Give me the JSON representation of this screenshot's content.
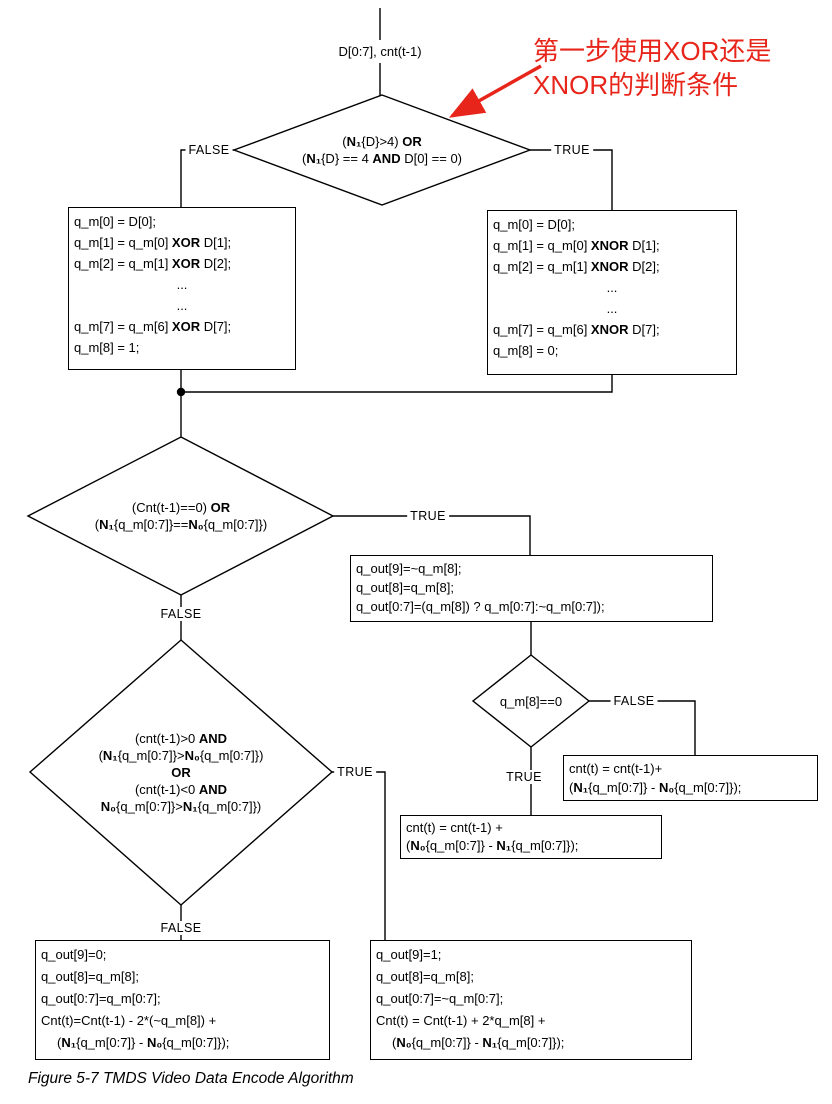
{
  "page": {
    "caption": "Figure 5-7 TMDS Video Data Encode Algorithm"
  },
  "colors": {
    "annotation_red": "#e8251a",
    "line_black": "#000000"
  },
  "annotation": {
    "line1": "第一步使用XOR还是",
    "line2": "XNOR的判断条件"
  },
  "flow": {
    "input_label": "D[0:7], cnt(t-1)",
    "label_true": "TRUE",
    "label_false": "FALSE",
    "d1": {
      "l1": "(N₁{D}>4) OR",
      "l2": "(N₁{D} == 4 AND D[0] == 0)"
    },
    "xor_box": {
      "lines": [
        "q_m[0] = D[0];",
        "q_m[1] = q_m[0] XOR D[1];",
        "q_m[2] = q_m[1] XOR D[2];",
        "...",
        "...",
        "q_m[7] = q_m[6] XOR D[7];",
        "q_m[8] = 1;"
      ]
    },
    "xnor_box": {
      "lines": [
        "q_m[0] = D[0];",
        "q_m[1] = q_m[0] XNOR D[1];",
        "q_m[2] = q_m[1] XNOR D[2];",
        "...",
        "...",
        "q_m[7] = q_m[6] XNOR D[7];",
        "q_m[8] = 0;"
      ]
    },
    "d2": {
      "l1": "(Cnt(t-1)==0) OR",
      "l2": "(N₁{q_m[0:7]}==N₀{q_m[0:7]})"
    },
    "qout_box": {
      "lines": [
        "q_out[9]=~q_m[8];",
        "q_out[8]=q_m[8];",
        "q_out[0:7]=(q_m[8]) ? q_m[0:7]:~q_m[0:7]);"
      ]
    },
    "d3": {
      "text": "q_m[8]==0"
    },
    "cnt_false_box": {
      "lines": [
        "cnt(t) = cnt(t-1)+",
        "(N₁{q_m[0:7]} - N₀{q_m[0:7]});"
      ]
    },
    "cnt_true_box": {
      "lines": [
        "cnt(t) = cnt(t-1) +",
        "(N₀{q_m[0:7]} - N₁{q_m[0:7]});"
      ]
    },
    "d4": {
      "lines": [
        "(cnt(t-1)>0 AND",
        "(N₁{q_m[0:7]}>N₀{q_m[0:7]})",
        "OR",
        "(cnt(t-1)<0 AND",
        "N₀{q_m[0:7]}>N₁{q_m[0:7]})"
      ]
    },
    "out_false_box": {
      "lines": [
        "q_out[9]=0;",
        "q_out[8]=q_m[8];",
        "q_out[0:7]=q_m[0:7];",
        "Cnt(t)=Cnt(t-1) - 2*(~q_m[8]) +",
        "(N₁{q_m[0:7]} - N₀{q_m[0:7]});"
      ]
    },
    "out_true_box": {
      "lines": [
        "q_out[9]=1;",
        "q_out[8]=q_m[8];",
        "q_out[0:7]=~q_m[0:7];",
        "Cnt(t) = Cnt(t-1) + 2*q_m[8] +",
        "(N₀{q_m[0:7]} - N₁{q_m[0:7]});"
      ]
    }
  }
}
